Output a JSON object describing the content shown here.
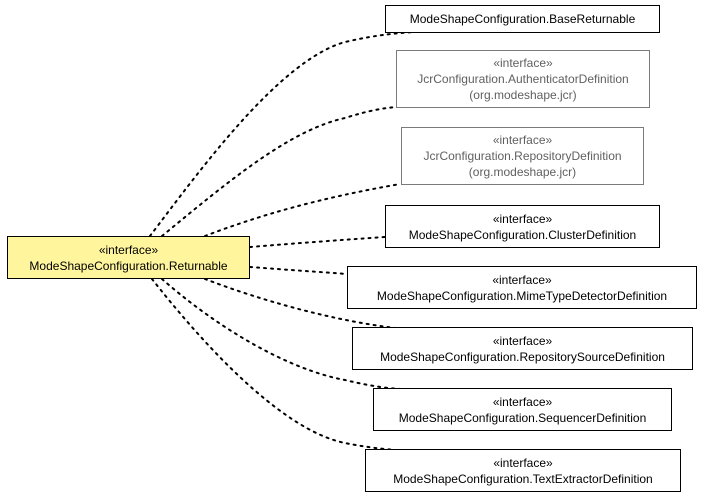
{
  "diagram": {
    "center": {
      "stereotype": "«interface»",
      "name": "ModeShapeConfiguration.Returnable",
      "fill": "#fff59d"
    },
    "nodes": [
      {
        "id": "base-returnable",
        "stereotype": "",
        "name": "ModeShapeConfiguration.BaseReturnable",
        "package": "",
        "external": false
      },
      {
        "id": "authenticator-definition",
        "stereotype": "«interface»",
        "name": "JcrConfiguration.AuthenticatorDefinition",
        "package": "(org.modeshape.jcr)",
        "external": true
      },
      {
        "id": "repository-definition",
        "stereotype": "«interface»",
        "name": "JcrConfiguration.RepositoryDefinition",
        "package": "(org.modeshape.jcr)",
        "external": true
      },
      {
        "id": "cluster-definition",
        "stereotype": "«interface»",
        "name": "ModeShapeConfiguration.ClusterDefinition",
        "package": "",
        "external": false
      },
      {
        "id": "mimetype-detector-definition",
        "stereotype": "«interface»",
        "name": "ModeShapeConfiguration.MimeTypeDetectorDefinition",
        "package": "",
        "external": false
      },
      {
        "id": "repository-source-definition",
        "stereotype": "«interface»",
        "name": "ModeShapeConfiguration.RepositorySourceDefinition",
        "package": "",
        "external": false
      },
      {
        "id": "sequencer-definition",
        "stereotype": "«interface»",
        "name": "ModeShapeConfiguration.SequencerDefinition",
        "package": "",
        "external": false
      },
      {
        "id": "text-extractor-definition",
        "stereotype": "«interface»",
        "name": "ModeShapeConfiguration.TextExtractorDefinition",
        "package": "",
        "external": false
      }
    ]
  }
}
